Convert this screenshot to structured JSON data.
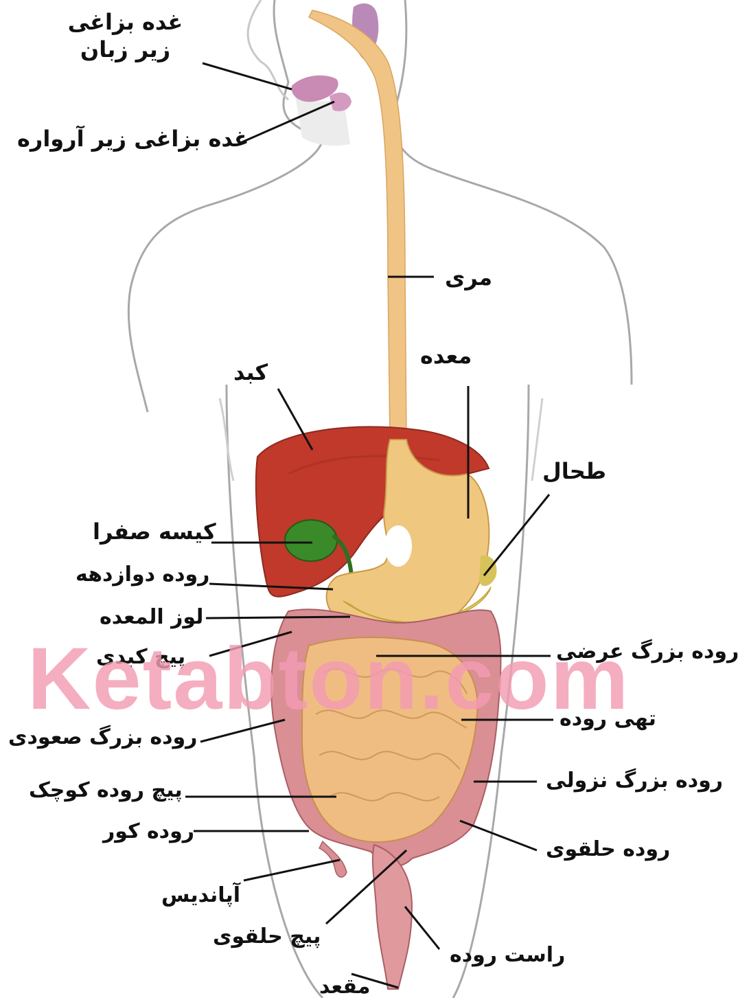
{
  "labels": {
    "sublingual": "غده بزاغی زیر زبان",
    "submandibular": "غده بزاغی زیر آرواره",
    "esophagus": "مری",
    "stomach": "معده",
    "liver": "کبد",
    "spleen": "طحال",
    "gallbladder": "کیسه صفرا",
    "duodenum": "روده دوازدهه",
    "pancreas": "لوز المعده",
    "hepatic_flexure": "پیچ کبدی",
    "transverse_colon": "روده بزرگ عرضی",
    "jejunum": "تهی روده",
    "ascending_colon": "روده بزرگ صعودی",
    "descending_colon": "روده بزرگ نزولی",
    "small_intestine_coils": "پیچ روده کوچک",
    "cecum": "روده کور",
    "sigmoid_colon": "روده حلقوی",
    "appendix": "آپاندیس",
    "sigmoid_flexure": "پیچ حلقوی",
    "rectum": "راست روده",
    "anus": "مقعد"
  },
  "watermark": "Ketabton.com",
  "colors": {
    "body_outline": "#9a9a9a",
    "esophagus": "#efc283",
    "liver": "#c0392b",
    "gallbladder": "#3a8a2a",
    "stomach": "#f0c77e",
    "pancreas": "#e8cf5a",
    "colon": "#d98f93",
    "small_intestine": "#efbd82",
    "salivary": "#c78ab0",
    "watermark": "#f39cb3"
  }
}
